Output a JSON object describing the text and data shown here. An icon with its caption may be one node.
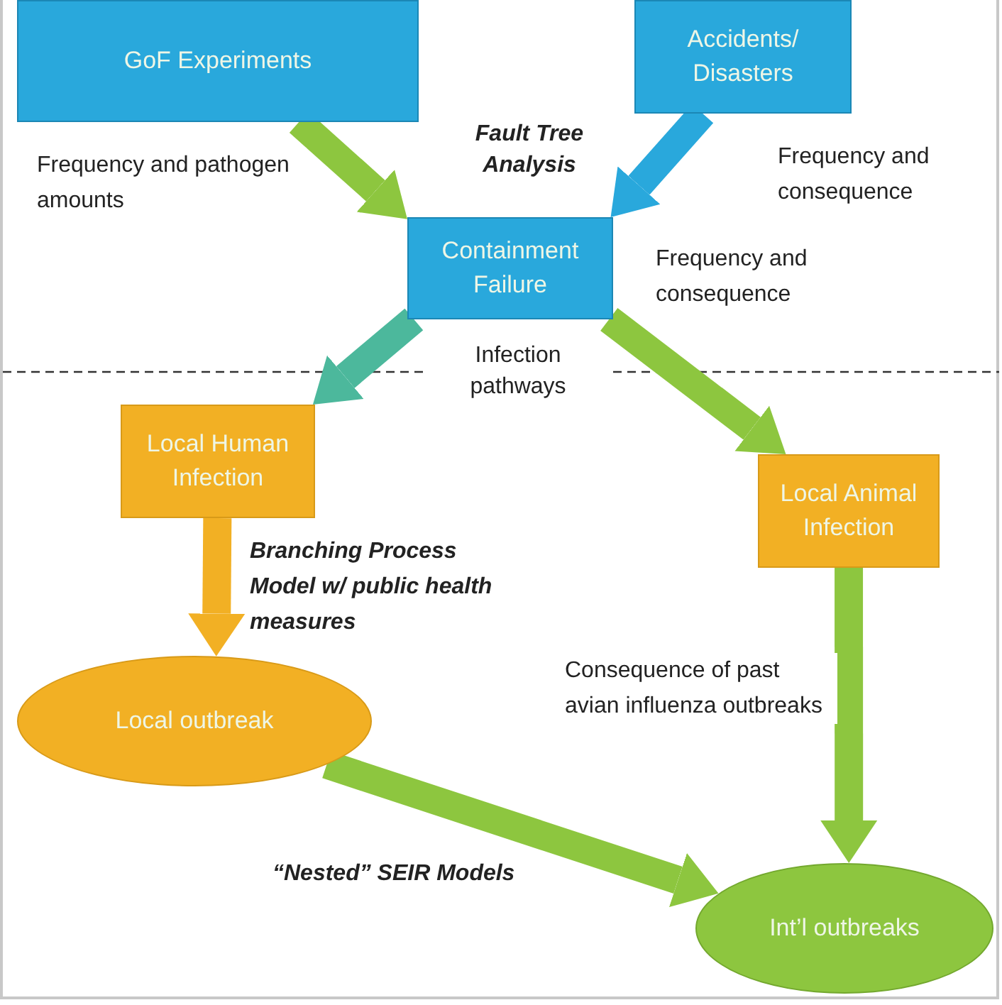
{
  "diagram": {
    "nodes": [
      {
        "text": [
          "GoF Experiments"
        ]
      },
      {
        "text": [
          "Accidents/ Disasters"
        ]
      },
      {
        "text": [
          "Containment Failure"
        ]
      },
      {
        "text": [
          "Local Human Infection"
        ]
      },
      {
        "text": [
          "Local Animal Infection"
        ]
      },
      {
        "text": [
          "Local outbreak"
        ]
      },
      {
        "text": [
          "Int’l outbreaks"
        ]
      }
    ],
    "edges": [
      {
        "from": 0,
        "to": 2,
        "arrow": "to",
        "label": "Frequency and pathogen amounts"
      },
      {
        "from": 1,
        "to": 2,
        "arrow": "to",
        "color": "#29a8dc",
        "label": "Frequency and consequence"
      },
      {
        "from": 2,
        "to": 3,
        "arrow": "to",
        "color": "#4cb89c"
      },
      {
        "from": 2,
        "to": 4,
        "arrow": "to",
        "label": "Frequency and consequence"
      },
      {
        "from": 3,
        "to": 5,
        "arrow": "to",
        "color": "#f2b024",
        "label": "Branching Process Model w/ public health measures"
      },
      {
        "from": 4,
        "to": 6,
        "arrow": "to",
        "label": "Consequence of past avian influenza outbreaks"
      },
      {
        "from": 5,
        "to": 6,
        "arrow": "to",
        "label": "“Nested” SEIR Models"
      }
    ],
    "labels": [
      "Fault Tree Analysis",
      "Infection pathways"
    ]
  }
}
